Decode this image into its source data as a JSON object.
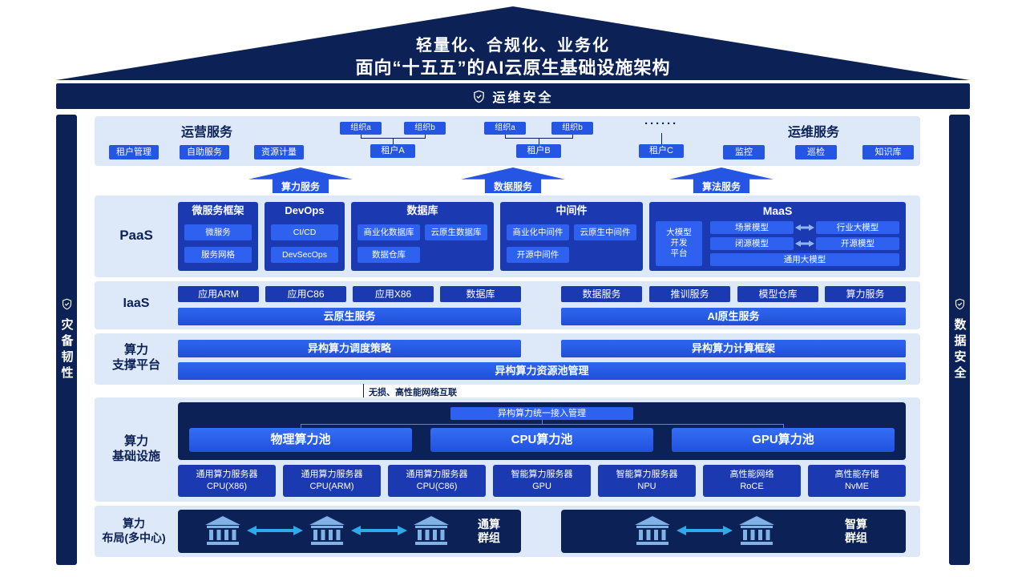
{
  "colors": {
    "navy": "#0c2257",
    "royal_blue": "#1b3ab2",
    "bright_blue": "#2456e3",
    "band_blue": "#dde8f8",
    "cyan_arrow": "#2fa9ea"
  },
  "roof": {
    "line1": "轻量化、合规化、业务化",
    "line2": "面向“十五五”的AI云原生基础设施架构"
  },
  "security": {
    "top": "运维安全",
    "left": "灾备韧性",
    "right": "数据安全"
  },
  "ops": {
    "left_title": "运营服务",
    "left_buttons": [
      "租户管理",
      "自助服务",
      "资源计量"
    ],
    "tenants": {
      "a": {
        "org1": "组织a",
        "org2": "组织b",
        "name": "租户A"
      },
      "b": {
        "org1": "组织a",
        "org2": "组织b",
        "name": "租户B"
      },
      "c": {
        "dots": "······",
        "name": "租户C"
      }
    },
    "right_title": "运维服务",
    "right_buttons": [
      "监控",
      "巡检",
      "知识库"
    ]
  },
  "service_arrows": [
    "算力服务",
    "数据服务",
    "算法服务"
  ],
  "paas": {
    "label": "PaaS",
    "groups": [
      {
        "title": "微服务框架",
        "items": [
          "微服务",
          "服务网格"
        ]
      },
      {
        "title": "DevOps",
        "items": [
          "CI/CD",
          "DevSecOps"
        ]
      },
      {
        "title": "数据库",
        "items": [
          "商业化数据库",
          "云原生数据库",
          "数据仓库"
        ]
      },
      {
        "title": "中间件",
        "items": [
          "商业化中间件",
          "云原生中间件",
          "开源中间件"
        ]
      }
    ],
    "maas": {
      "title": "MaaS",
      "platform": [
        "大模型",
        "开发",
        "平台"
      ],
      "scene": "场景模型",
      "industry": "行业大模型",
      "closed": "闭源模型",
      "open": "开源模型",
      "general": "通用大模型"
    }
  },
  "iaas": {
    "label": "IaaS",
    "left_buttons": [
      "应用ARM",
      "应用C86",
      "应用X86",
      "数据库"
    ],
    "right_buttons": [
      "数据服务",
      "推训服务",
      "模型仓库",
      "算力服务"
    ],
    "cloud_native": "云原生服务",
    "ai_native": "AI原生服务"
  },
  "platform": {
    "label1": "算力",
    "label2": "支撑平台",
    "scheduling": "异构算力调度策略",
    "framework": "异构算力计算框架",
    "pool_mgmt": "异构算力资源池管理"
  },
  "interconnect": "无损、高性能网络互联",
  "infra": {
    "label1": "算力",
    "label2": "基础设施",
    "access": "异构算力统一接入管理",
    "pools": [
      "物理算力池",
      "CPU算力池",
      "GPU算力池"
    ],
    "servers": [
      {
        "l1": "通用算力服务器",
        "l2": "CPU(X86)"
      },
      {
        "l1": "通用算力服务器",
        "l2": "CPU(ARM)"
      },
      {
        "l1": "通用算力服务器",
        "l2": "CPU(C86)"
      },
      {
        "l1": "智能算力服务器",
        "l2": "GPU"
      },
      {
        "l1": "智能算力服务器",
        "l2": "NPU"
      },
      {
        "l1": "高性能网络",
        "l2": "RoCE"
      },
      {
        "l1": "高性能存储",
        "l2": "NvME"
      }
    ]
  },
  "clusters": {
    "label1": "算力",
    "label2": "布局(多中心)",
    "left1": "通算",
    "left2": "群组",
    "right1": "智算",
    "right2": "群组"
  }
}
